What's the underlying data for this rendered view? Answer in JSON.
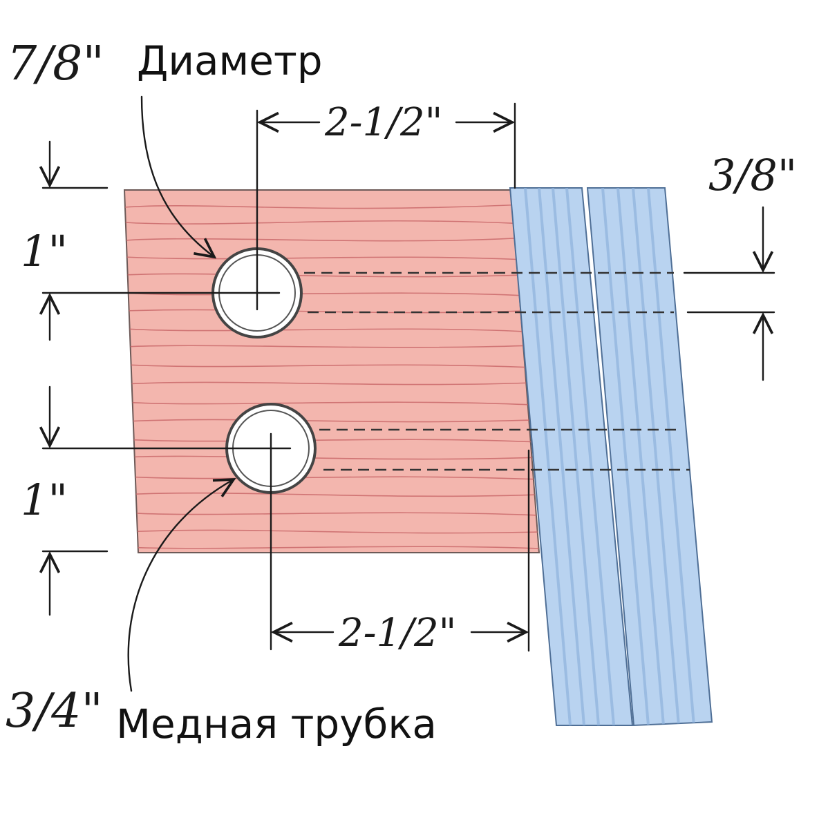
{
  "labels": {
    "hole_diameter_value": "7/8\"",
    "hole_diameter_text": "Диаметр",
    "tube_value": "3/4\"",
    "tube_text": "Медная трубка",
    "top_spacing": "2-1/2\"",
    "bottom_spacing": "2-1/2\"",
    "upper_height": "1\"",
    "lower_height": "1\"",
    "slot_width": "3/8\""
  },
  "colors": {
    "wood_fill": "#f3b6ae",
    "wood_grain": "#c9686a",
    "rail_fill": "#b9d3f0",
    "rail_stripe": "#8fb2dc",
    "hole_fill": "#ffffff",
    "ink": "#1a1a1a"
  }
}
